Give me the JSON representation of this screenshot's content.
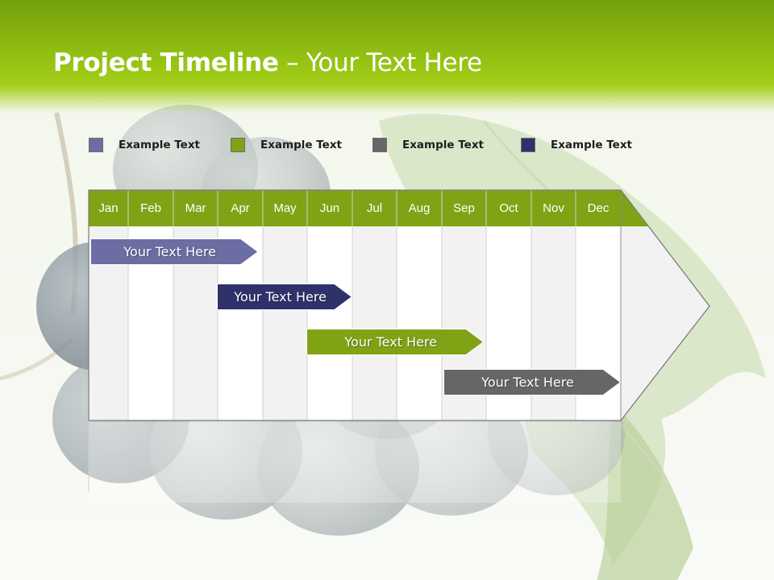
{
  "slide": {
    "title_strong": "Project Timeline",
    "title_rest": " – Your Text Here"
  },
  "legend": [
    {
      "label": "Example Text",
      "color": "#6b6da3"
    },
    {
      "label": "Example Text",
      "color": "#7fa315"
    },
    {
      "label": "Example Text",
      "color": "#666666"
    },
    {
      "label": "Example Text",
      "color": "#2e316a"
    }
  ],
  "timeline": {
    "months": [
      "Jan",
      "Feb",
      "Mar",
      "Apr",
      "May",
      "Jun",
      "Jul",
      "Aug",
      "Sep",
      "Oct",
      "Nov",
      "Dec"
    ],
    "header_color": "#7fa315",
    "bars": [
      {
        "label": "Your  Text Here",
        "start_month": 0.0,
        "end_month": 3.9,
        "color": "#6b6da3"
      },
      {
        "label": "Your  Text Here",
        "start_month": 2.95,
        "end_month": 6.0,
        "color": "#2e316a"
      },
      {
        "label": "Your  Text Here",
        "start_month": 4.95,
        "end_month": 8.95,
        "color": "#7fa315"
      },
      {
        "label": "Your  Text Here",
        "start_month": 8.0,
        "end_month": 12.0,
        "color": "#666666"
      }
    ]
  }
}
